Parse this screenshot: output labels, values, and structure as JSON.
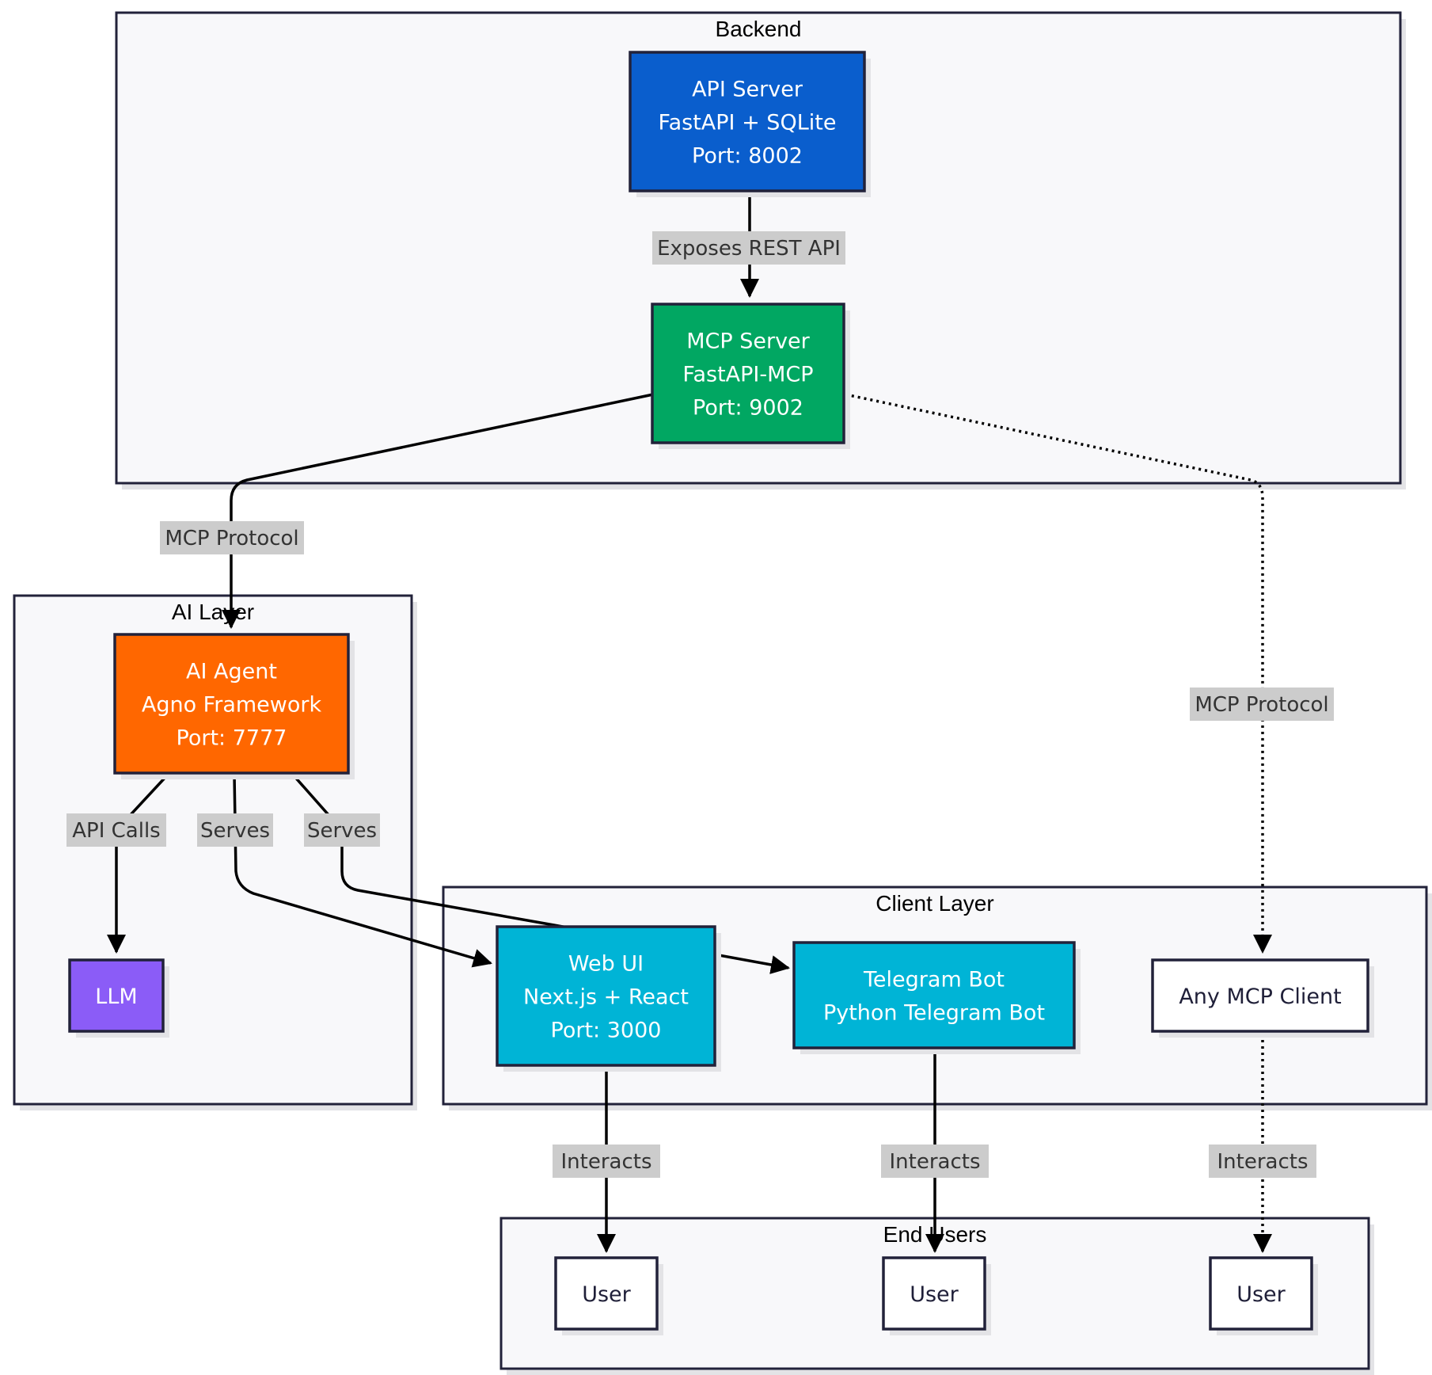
{
  "clusters": {
    "backend": {
      "title": "Backend"
    },
    "ai_layer": {
      "title": "AI Layer"
    },
    "client_layer": {
      "title": "Client Layer"
    },
    "end_users": {
      "title": "End Users"
    }
  },
  "nodes": {
    "api_server": {
      "lines": [
        "API Server",
        "FastAPI + SQLite",
        "Port: 8002"
      ],
      "fill": "#0a5ecd",
      "text_color": "#ffffff"
    },
    "mcp_server": {
      "lines": [
        "MCP Server",
        "FastAPI-MCP",
        "Port: 9002"
      ],
      "fill": "#01a762",
      "text_color": "#ffffff"
    },
    "ai_agent": {
      "lines": [
        "AI Agent",
        "Agno Framework",
        "Port: 7777"
      ],
      "fill": "#ff6700",
      "text_color": "#ffffff"
    },
    "llm": {
      "lines": [
        "LLM"
      ],
      "fill": "#8b5cf7",
      "text_color": "#ffffff"
    },
    "web_ui": {
      "lines": [
        "Web UI",
        "Next.js + React",
        "Port: 3000"
      ],
      "fill": "#00b4d6",
      "text_color": "#ffffff"
    },
    "telegram_bot": {
      "lines": [
        "Telegram Bot",
        "Python Telegram Bot"
      ],
      "fill": "#00b4d6",
      "text_color": "#ffffff"
    },
    "any_mcp_client": {
      "lines": [
        "Any MCP Client"
      ],
      "fill": "#ffffff",
      "text_color": "#1f1f38"
    },
    "user_1": {
      "lines": [
        "User"
      ],
      "fill": "#ffffff",
      "text_color": "#1f1f38"
    },
    "user_2": {
      "lines": [
        "User"
      ],
      "fill": "#ffffff",
      "text_color": "#1f1f38"
    },
    "user_3": {
      "lines": [
        "User"
      ],
      "fill": "#ffffff",
      "text_color": "#1f1f38"
    }
  },
  "edges": {
    "api_to_mcp": {
      "label": "Exposes REST API",
      "style": "solid"
    },
    "mcp_to_agent": {
      "label": "MCP Protocol",
      "style": "solid"
    },
    "mcp_to_client": {
      "label": "MCP Protocol",
      "style": "dotted"
    },
    "agent_to_llm": {
      "label": "API Calls",
      "style": "solid"
    },
    "agent_to_webui": {
      "label": "Serves",
      "style": "solid"
    },
    "agent_to_telegram": {
      "label": "Serves",
      "style": "solid"
    },
    "webui_to_user": {
      "label": "Interacts",
      "style": "solid"
    },
    "telegram_to_user": {
      "label": "Interacts",
      "style": "solid"
    },
    "client_to_user": {
      "label": "Interacts",
      "style": "dotted"
    }
  }
}
